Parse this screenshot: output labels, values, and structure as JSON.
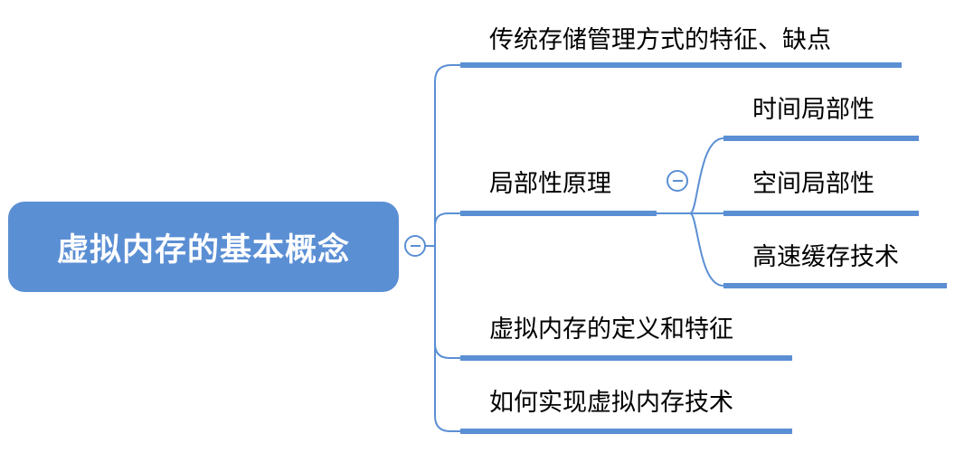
{
  "root": {
    "label": "虚拟内存的基本概念"
  },
  "branches": [
    {
      "label": "传统存储管理方式的特征、缺点"
    },
    {
      "label": "局部性原理",
      "children": [
        {
          "label": "时间局部性"
        },
        {
          "label": "空间局部性"
        },
        {
          "label": "高速缓存技术"
        }
      ]
    },
    {
      "label": "虚拟内存的定义和特征"
    },
    {
      "label": "如何实现虚拟内存技术"
    }
  ],
  "colors": {
    "accent": "#5b8fd4",
    "text": "#000000",
    "root_text": "#ffffff"
  }
}
